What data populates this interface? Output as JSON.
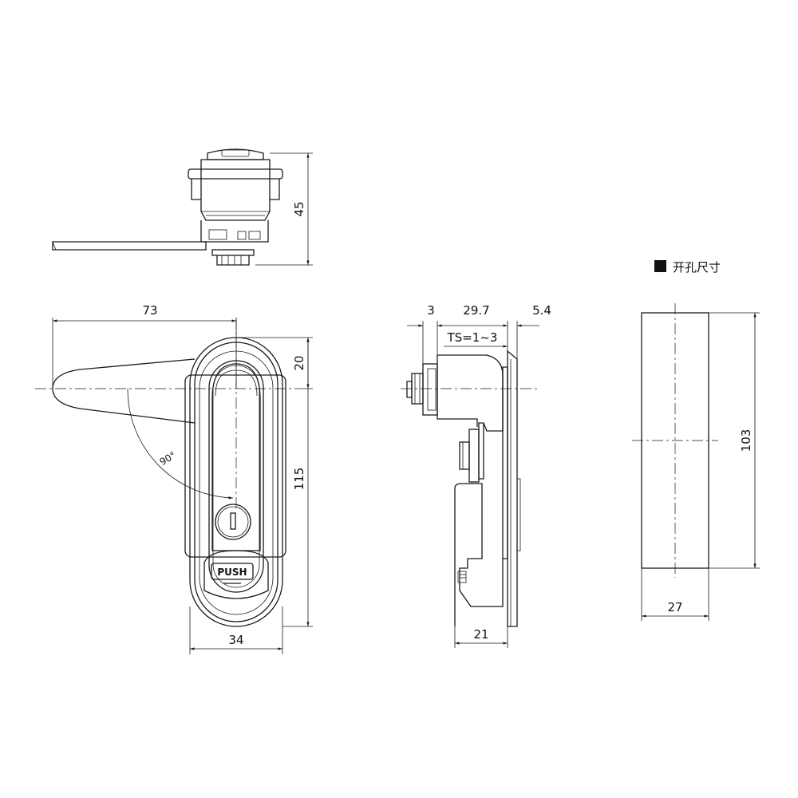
{
  "dimensions": {
    "top_height": "45",
    "handle_width": "73",
    "angle": "90°",
    "offset_top": "20",
    "body_height": "115",
    "body_width": "34",
    "side_3": "3",
    "side_29_7": "29.7",
    "side_5_4": "5.4",
    "ts_range": "TS=1~3",
    "side_depth": "21",
    "cutout_height": "103",
    "cutout_width": "27"
  },
  "labels": {
    "push": "PUSH",
    "cutout_title": "开孔尺寸"
  },
  "colors": {
    "line": "#1a1a1a",
    "background": "#ffffff"
  }
}
